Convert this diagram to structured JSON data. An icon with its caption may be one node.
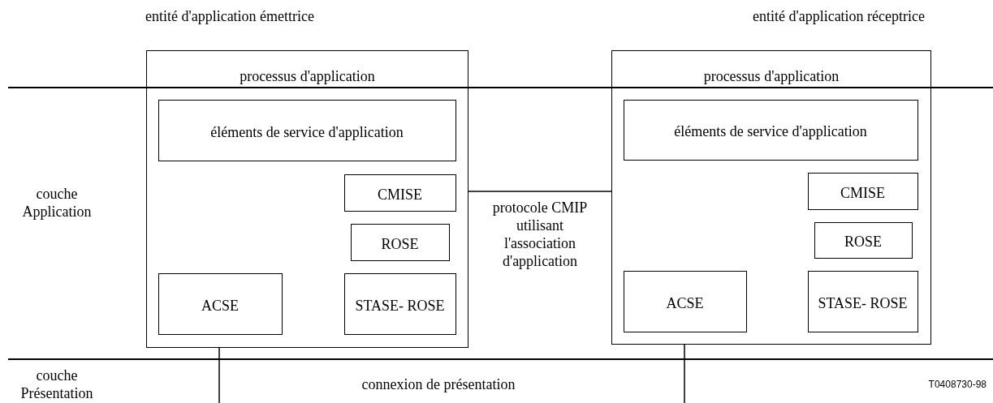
{
  "diagram": {
    "nodes": [
      {
        "text": [
          "entité d'application émettrice",
          "processus d'application"
        ]
      },
      {
        "text": [
          "éléments de service d'application"
        ],
        "in": 0
      },
      {
        "text": [
          "CMISE"
        ],
        "in": 0
      },
      {
        "text": [
          "ROSE"
        ],
        "in": 0
      },
      {
        "text": [
          "ACSE"
        ],
        "in": 0
      },
      {
        "text": [
          "STASE- ROSE"
        ],
        "in": 0
      },
      {
        "text": [
          "entité d'application réceptrice",
          "processus d'application"
        ]
      },
      {
        "text": [
          "éléments de service d'application"
        ],
        "in": 6
      },
      {
        "text": [
          "CMISE"
        ],
        "in": 6
      },
      {
        "text": [
          "ROSE"
        ],
        "in": 6
      },
      {
        "text": [
          "ACSE"
        ],
        "in": 6
      },
      {
        "text": [
          "STASE- ROSE"
        ],
        "in": 6
      }
    ],
    "edges": [
      {
        "from": 0,
        "to": 6,
        "arrow": "none",
        "label": "protocole CMIP utilisant l'association d'application"
      },
      {
        "from": 0,
        "to": null,
        "arrow": "none"
      },
      {
        "from": 6,
        "to": null,
        "arrow": "none"
      }
    ],
    "labels": [
      "couche Application",
      "couche Présentation",
      "connexion de présentation",
      "T0408730-98"
    ]
  }
}
